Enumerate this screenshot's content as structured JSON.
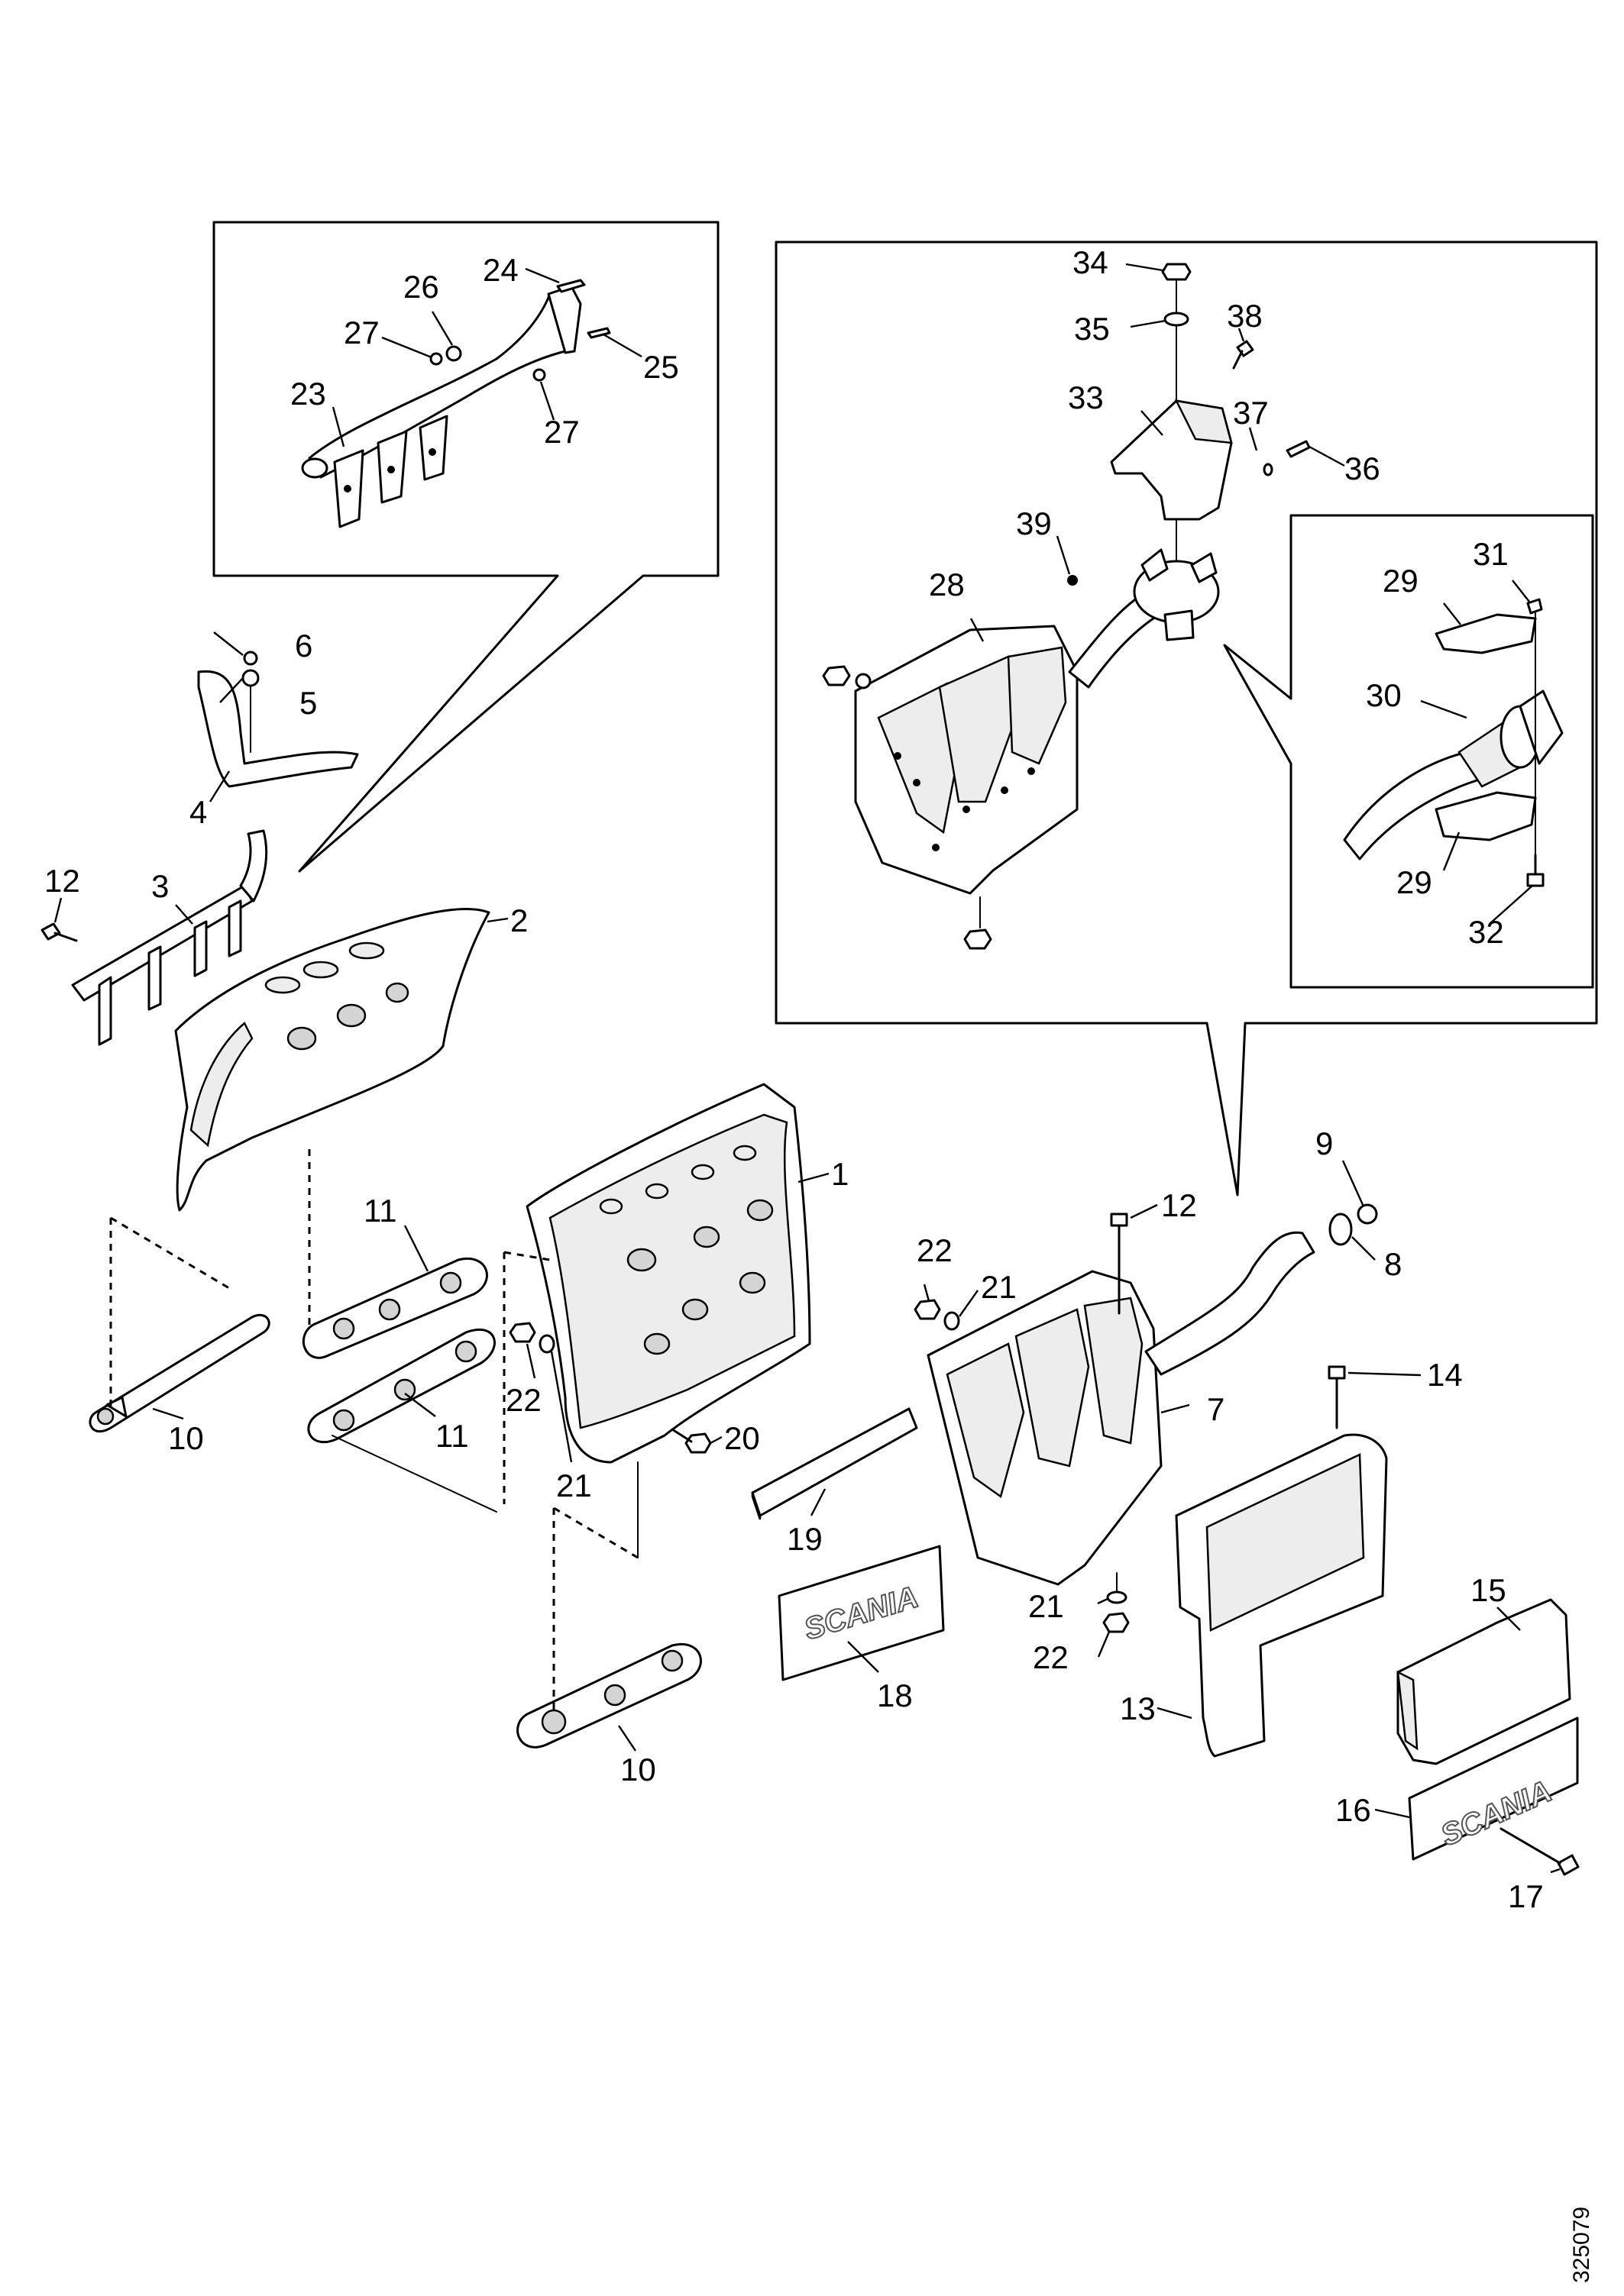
{
  "diagram": {
    "drawing_number": "325079",
    "callouts": [
      "1",
      "2",
      "3",
      "4",
      "5",
      "6",
      "7",
      "8",
      "9",
      "10",
      "10",
      "11",
      "11",
      "12",
      "12",
      "13",
      "14",
      "15",
      "16",
      "17",
      "18",
      "19",
      "20",
      "21",
      "21",
      "21",
      "22",
      "22",
      "22",
      "23",
      "24",
      "25",
      "26",
      "27",
      "27",
      "28",
      "29",
      "29",
      "30",
      "31",
      "32",
      "33",
      "34",
      "35",
      "36",
      "37",
      "38",
      "39"
    ],
    "logo_text": "SCANIA"
  }
}
